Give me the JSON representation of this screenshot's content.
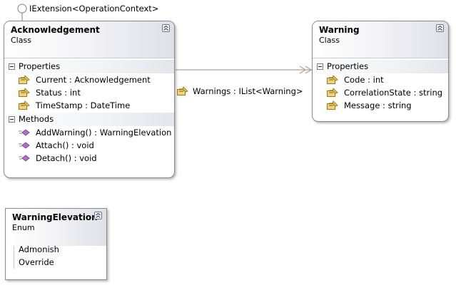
{
  "colors": {
    "association_line": "#b9a08c",
    "property_icon": "#c9a227",
    "method_icon": "#a050b8",
    "border": "#8a8a8a"
  },
  "interface": {
    "label": "IExtension<OperationContext>"
  },
  "acknowledgement": {
    "name": "Acknowledgement",
    "stereotype": "Class",
    "properties_label": "Properties",
    "properties": [
      "Current : Acknowledgement",
      "Status : int",
      "TimeStamp : DateTime"
    ],
    "methods_label": "Methods",
    "methods": [
      "AddWarning() : WarningElevation",
      "Attach() : void",
      "Detach() : void"
    ]
  },
  "warning": {
    "name": "Warning",
    "stereotype": "Class",
    "properties_label": "Properties",
    "properties": [
      "Code : int",
      "CorrelationState : string",
      "Message : string"
    ]
  },
  "association": {
    "label": "Warnings : IList<Warning>"
  },
  "warning_elevation": {
    "name": "WarningElevation",
    "stereotype": "Enum",
    "values": [
      "Admonish",
      "Override"
    ]
  },
  "icons": {
    "property": "property-icon",
    "method": "method-icon",
    "collapse": "collapse-chevrons-icon",
    "toggle": "compartment-toggle-icon",
    "interface": "interface-lollipop-icon"
  }
}
